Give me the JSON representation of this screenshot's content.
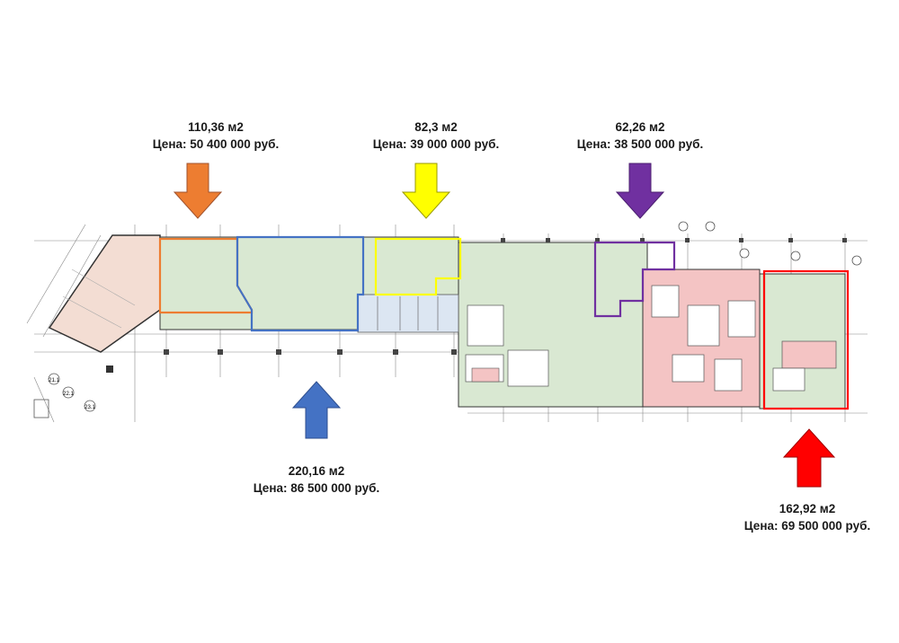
{
  "units": [
    {
      "id": "orange",
      "area": "110,36 м2",
      "price": "Цена: 50 400 000 руб.",
      "color": "#ED7D31",
      "fill": "#C6E0B4"
    },
    {
      "id": "yellow",
      "area": "82,3 м2",
      "price": "Цена: 39 000 000 руб.",
      "color": "#FFFF00",
      "fill": "#C6E0B4"
    },
    {
      "id": "purple",
      "area": "62,26 м2",
      "price": "Цена: 38 500 000 руб.",
      "color": "#7030A0",
      "fill": "#C6E0B4"
    },
    {
      "id": "blue",
      "area": "220,16 м2",
      "price": "Цена: 86 500 000 руб.",
      "color": "#4472C4",
      "fill": "#C6E0B4"
    },
    {
      "id": "red",
      "area": "162,92 м2",
      "price": "Цена: 69 500 000 руб.",
      "color": "#FF0000",
      "fill": "#F4B6B6"
    }
  ],
  "plan_colors": {
    "green_zone": "#D9E8D2",
    "pink_zone": "#F4C4C4",
    "salmon_zone": "#F3DDD3",
    "wall": "#333333",
    "grid": "#777777"
  },
  "axis_labels": [
    "21.1",
    "22.1",
    "23.1"
  ]
}
